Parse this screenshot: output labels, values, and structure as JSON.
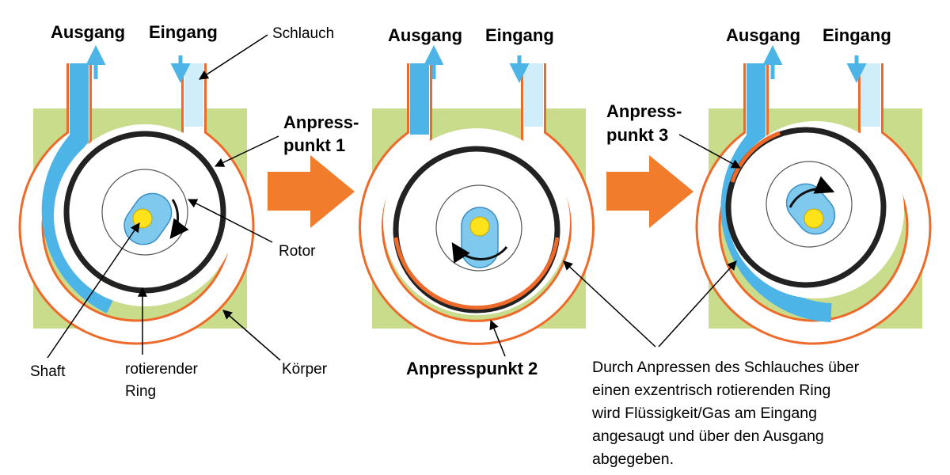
{
  "colors": {
    "body": "#c8dc8c",
    "tube_outline": "#ee6a2a",
    "fluid": "#4cb4e6",
    "fluid_light": "#cfeefa",
    "ring": "#222222",
    "rotor": "#7fc8ee",
    "shaft": "#ffe21a",
    "process_arrow": "#f07c2c"
  },
  "labels": {
    "ausgang": "Ausgang",
    "eingang": "Eingang",
    "schlauch": "Schlauch",
    "anpresspunkt1_line1": "Anpress-",
    "anpresspunkt1_line2": "punkt 1",
    "anpresspunkt2": "Anpresspunkt 2",
    "anpresspunkt3_line1": "Anpress-",
    "anpresspunkt3_line2": "punkt 3",
    "rotor": "Rotor",
    "shaft": "Shaft",
    "ring_line1": "rotierender",
    "ring_line2": "Ring",
    "koerper": "Körper"
  },
  "description_lines": [
    "Durch Anpressen des Schlauches über",
    "einen exzentrisch rotierenden Ring",
    "wird Flüssigkeit/Gas am Eingang",
    "angesaugt und über den Ausgang",
    "abgegeben."
  ]
}
